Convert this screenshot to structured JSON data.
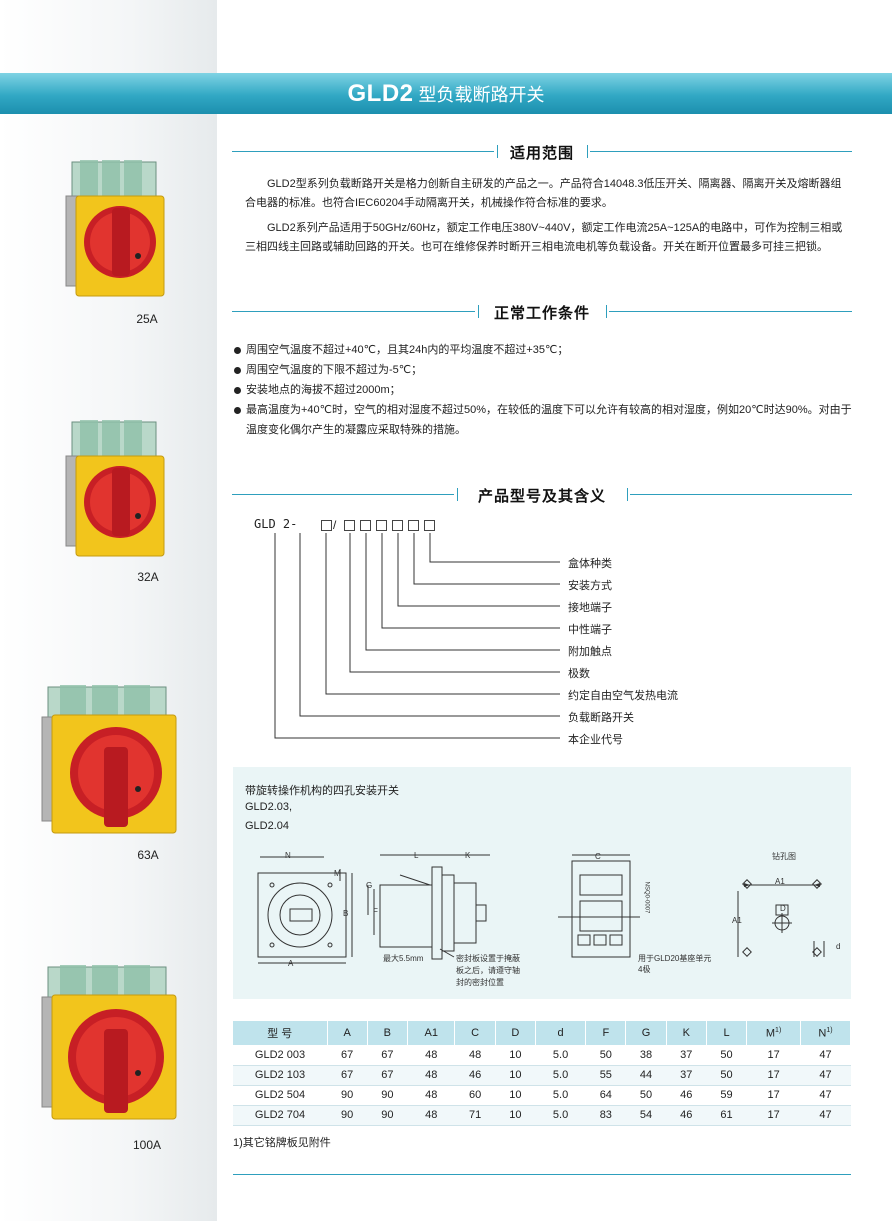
{
  "header": {
    "title_bold": "GLD2",
    "title_rest": " 型负载断路开关"
  },
  "products": [
    {
      "label": "25A"
    },
    {
      "label": "32A"
    },
    {
      "label": "63A"
    },
    {
      "label": "100A"
    }
  ],
  "sections": {
    "scope": {
      "title": "适用范围",
      "paragraphs": [
        "GLD2型系列负载断路开关是格力创新自主研发的产品之一。产品符合14048.3低压开关、隔离器、隔离开关及熔断器组合电器的标准。也符合IEC60204手动隔离开关，机械操作符合标准的要求。",
        "GLD2系列产品适用于50GHz/60Hz，额定工作电压380V~440V，额定工作电流25A~125A的电路中，可作为控制三相或三相四线主回路或辅助回路的开关。也可在维修保养时断开三相电流电机等负载设备。开关在断开位置最多可挂三把锁。"
      ]
    },
    "conditions": {
      "title": "正常工作条件",
      "items": [
        "周围空气温度不超过+40℃，且其24h内的平均温度不超过+35℃；",
        "周围空气温度的下限不超过为-5℃；",
        "安装地点的海拔不超过2000m；",
        "最高温度为+40℃时，空气的相对湿度不超过50%，在较低的温度下可以允许有较高的相对湿度，例如20℃时达90%。对由于温度变化偶尔产生的凝露应采取特殊的措施。"
      ]
    },
    "model": {
      "title": "产品型号及其含义",
      "code": "GLD 2-",
      "legend": [
        "盒体种类",
        "安装方式",
        "接地端子",
        "中性端子",
        "附加触点",
        "极数",
        "约定自由空气发热电流",
        "负载断路开关",
        "本企业代号"
      ]
    }
  },
  "diagram": {
    "heading": "带旋转操作机构的四孔安装开关",
    "models": [
      "GLD2.03,",
      "GLD2.04"
    ],
    "notes": {
      "max": "最大5.5mm",
      "seal": [
        "密封板设置于掩蔽",
        "板之后，请遵守轴",
        "封的密封位置"
      ],
      "base": [
        "用于GLD20基座单元",
        "4极"
      ],
      "drill": "钻孔图",
      "nsq": "NSQ0-0007"
    },
    "dims": {
      "N": "N",
      "M": "M",
      "B": "B",
      "A": "A",
      "L": "L",
      "K": "K",
      "G": "G",
      "F": "F",
      "C": "C",
      "A1": "A1",
      "D": "D",
      "d": "d"
    }
  },
  "table": {
    "headers": [
      "型 号",
      "A",
      "B",
      "A1",
      "C",
      "D",
      "d",
      "F",
      "G",
      "K",
      "L",
      "M",
      "N"
    ],
    "rows": [
      [
        "GLD2 003",
        "67",
        "67",
        "48",
        "48",
        "10",
        "5.0",
        "50",
        "38",
        "37",
        "50",
        "17",
        "47"
      ],
      [
        "GLD2 103",
        "67",
        "67",
        "48",
        "46",
        "10",
        "5.0",
        "55",
        "44",
        "37",
        "50",
        "17",
        "47"
      ],
      [
        "GLD2 504",
        "90",
        "90",
        "48",
        "60",
        "10",
        "5.0",
        "64",
        "50",
        "46",
        "59",
        "17",
        "47"
      ],
      [
        "GLD2 704",
        "90",
        "90",
        "48",
        "71",
        "10",
        "5.0",
        "83",
        "54",
        "46",
        "61",
        "17",
        "47"
      ]
    ],
    "footnote": "1)其它铭牌板见附件"
  },
  "colors": {
    "banner": "#31a8c4",
    "rule": "#2e9fbd",
    "switch_yellow": "#f2c51c",
    "switch_red": "#d8242a",
    "table_header": "#bfe3ec",
    "diagram_bg": "#eaf5f6"
  }
}
